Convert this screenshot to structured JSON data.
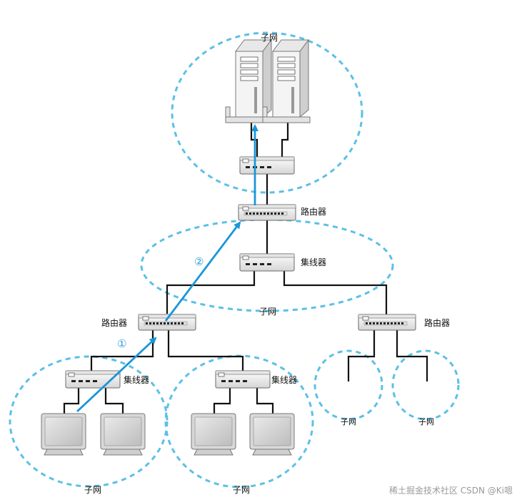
{
  "labels": {
    "subnet": "子网",
    "router": "路由器",
    "hub": "集线器"
  },
  "steps": [
    "①",
    "②"
  ],
  "watermark": "稀土掘金技术社区 CSDN @Ki嗯",
  "colors": {
    "subnet_boundary": "#5bc0e6",
    "packet_path": "#1a96d8",
    "cable": "#111111",
    "device_body": "#f2f2f2",
    "device_outline": "#666666"
  },
  "icons": [
    "server-icon",
    "router-icon",
    "hub-icon",
    "monitor-icon",
    "arrow-icon"
  ]
}
